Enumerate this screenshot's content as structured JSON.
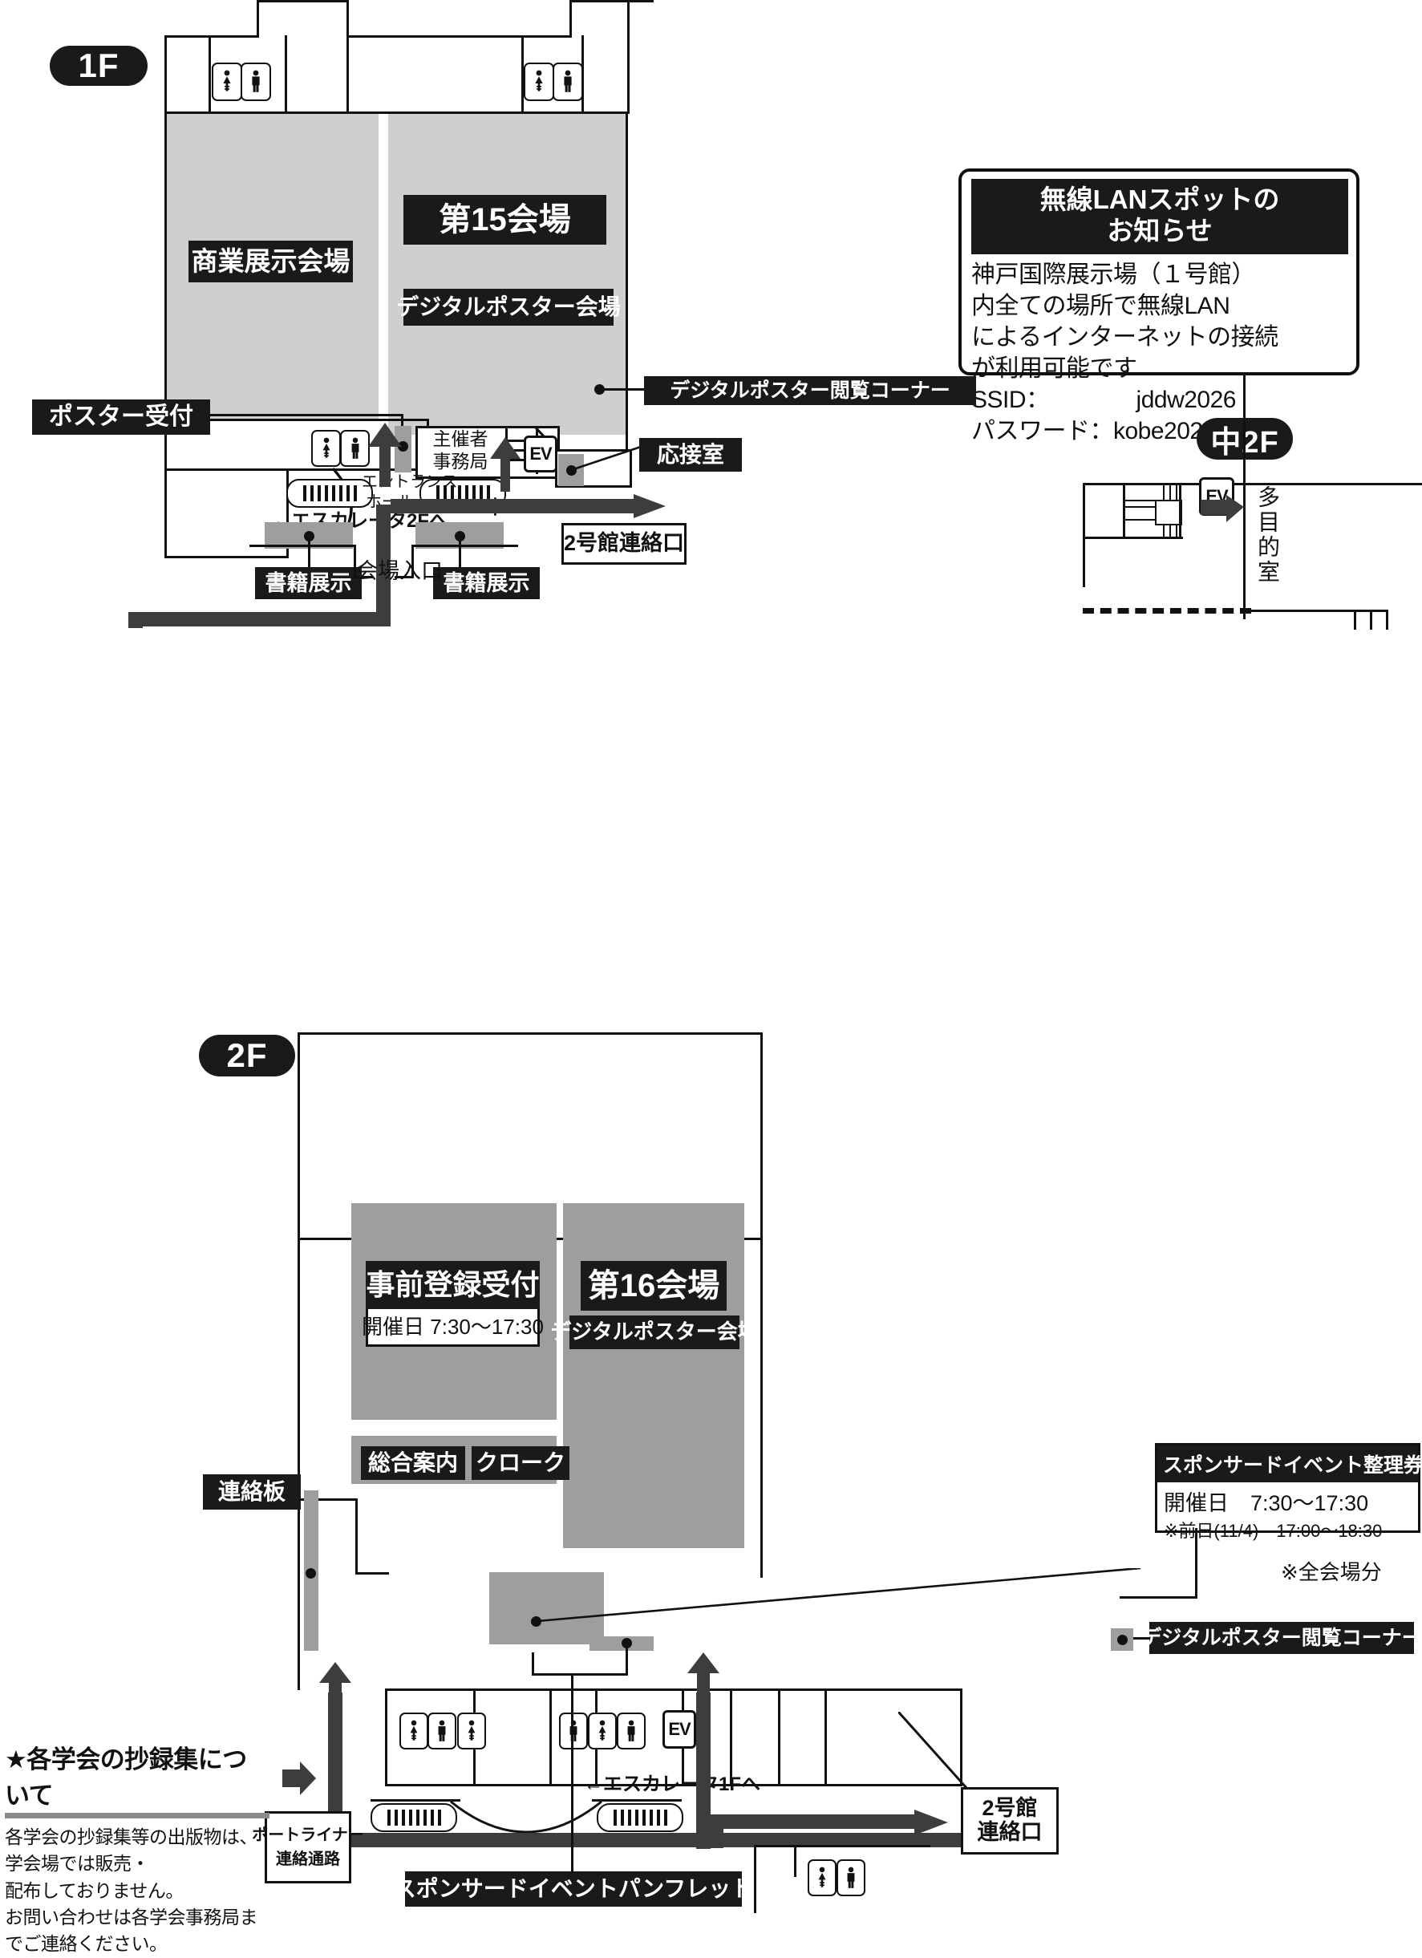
{
  "floors": {
    "f1_badge": "1F",
    "mid2f_badge": "中2F",
    "f2_badge": "2F"
  },
  "f1": {
    "halls": [
      {
        "name": "商業展示会場"
      },
      {
        "name": "第15会場"
      },
      {
        "name": "デジタルポスター会場"
      }
    ],
    "labels": {
      "poster_reception": "ポスター受付",
      "digital_poster_corner": "デジタルポスター閲覧コーナー",
      "organizer_office_l1": "主催者",
      "organizer_office_l2": "事務局",
      "reception_room": "応接室",
      "entrance_hall_l1": "エントランス",
      "entrance_hall_l2": "ホール",
      "escalator_2f": "←エスカレータ2Fへ",
      "to_mid2f": "中2Fへ",
      "venue_entrance": "会場入口",
      "book_exhibit_left": "書籍展示",
      "book_exhibit_right": "書籍展示",
      "hall2_link": "2号館連絡口",
      "ev": "EV"
    }
  },
  "wifi_notice": {
    "title_l1": "無線LANスポットの",
    "title_l2": "お知らせ",
    "body_l1": "神戸国際展示場（１号館）",
    "body_l2": "内全ての場所で無線LAN",
    "body_l3": "によるインターネットの接続",
    "body_l4": "が利用可能です",
    "ssid_label": "SSID：",
    "ssid_value": "jddw2026",
    "password_label": "パスワード：",
    "password_value": "kobe2026"
  },
  "mid2f": {
    "multipurpose_room": "多目的室",
    "ev": "EV"
  },
  "f2": {
    "areas": {
      "pre_registration": "事前登録受付",
      "pre_registration_hours": "開催日 7:30〜17:30",
      "hall16": "第16会場",
      "digital_poster_hall": "デジタルポスター会場",
      "information": "総合案内",
      "cloak": "クローク"
    },
    "labels": {
      "message_board": "連絡板",
      "digital_poster_corner": "デジタルポスター閲覧コーナー",
      "escalator_1f": "←エスカレータ1Fへ",
      "hall2_link_l1": "2号館",
      "hall2_link_l2": "連絡口",
      "portliner_l1": "ポートライナー",
      "portliner_l2": "連絡通路",
      "sponsored_pamphlet": "スポンサードイベントパンフレット",
      "ev": "EV"
    },
    "ticket_booth": {
      "title": "スポンサードイベント整理券発券所",
      "hours": "開催日　7:30〜17:30",
      "note": "※前日(11/4)　17:00〜18:30",
      "all_venues": "※全会場分"
    }
  },
  "abstract_note": {
    "heading": "★各学会の抄録集について",
    "line1": "各学会の抄録集等の出版物は、学会場では販売・",
    "line2": "配布しておりません。",
    "line3": "お問い合わせは各学会事務局までご連絡ください。"
  },
  "colors": {
    "ink": "#1a1a1a",
    "hall_light": "#cfcfcf",
    "hall_mid": "#9e9e9e",
    "route": "#3d3d3d"
  }
}
